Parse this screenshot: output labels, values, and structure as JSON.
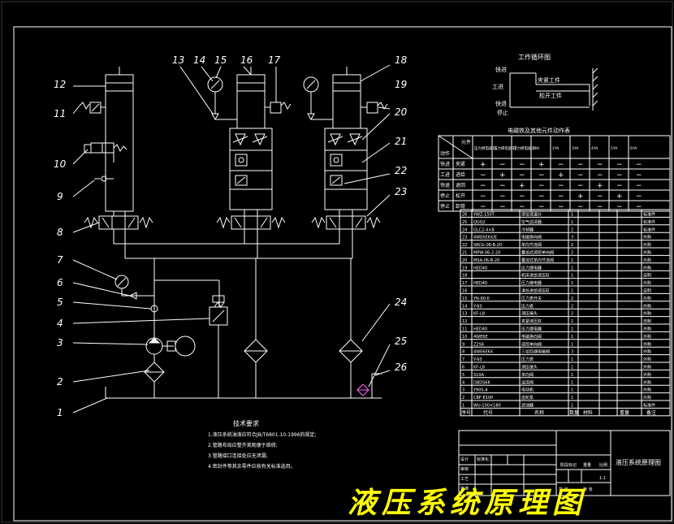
{
  "part_numbers": [
    "1",
    "2",
    "3",
    "4",
    "5",
    "6",
    "7",
    "8",
    "9",
    "10",
    "11",
    "12",
    "13",
    "14",
    "15",
    "16",
    "17",
    "18",
    "19",
    "20",
    "21",
    "22",
    "23",
    "24",
    "25",
    "26"
  ],
  "cycle_diagram": {
    "title": "工作循环图",
    "labels": [
      "快进",
      "工进",
      "快退",
      "停止",
      "夹紧工件",
      "松开工件"
    ]
  },
  "action_table": {
    "title": "电磁铁及其他元件动作表",
    "corner_top": "元件",
    "corner_bottom": "动作",
    "header": [
      "",
      "压力继电器11",
      "压力继电器17",
      "压力继电器20",
      "1YA",
      "2YA",
      "3YA",
      "4YA",
      "5YA",
      "6YA"
    ],
    "rows": [
      {
        "a": "快进",
        "b": "夹紧",
        "cells": [
          "+",
          "−",
          "−",
          "+",
          "−",
          "−",
          "−",
          "−",
          "−"
        ]
      },
      {
        "a": "工进",
        "b": "进给",
        "cells": [
          "−",
          "+",
          "−",
          "−",
          "+",
          "−",
          "−",
          "−",
          "−"
        ]
      },
      {
        "a": "快退",
        "b": "退回",
        "cells": [
          "−",
          "−",
          "+",
          "−",
          "−",
          "−",
          "+",
          "−",
          "−"
        ]
      },
      {
        "a": "停止",
        "b": "松开",
        "cells": [
          "−",
          "−",
          "−",
          "−",
          "−",
          "+",
          "−",
          "+",
          "−"
        ]
      },
      {
        "a": "停止",
        "b": "卸荷",
        "cells": [
          "−",
          "−",
          "−",
          "−",
          "−",
          "−",
          "−",
          "−",
          "−"
        ]
      }
    ]
  },
  "parts_list": {
    "header": [
      "序号",
      "代号",
      "名称",
      "数量",
      "材料",
      "重量",
      "备注"
    ],
    "rows": [
      {
        "no": "26",
        "code": "YWZ-150T",
        "name": "液位液温计",
        "qty": "1",
        "rem": "标准件"
      },
      {
        "no": "25",
        "code": "QUQ2",
        "name": "空气滤清器",
        "qty": "1",
        "rem": "标准件"
      },
      {
        "no": "24",
        "code": "GLC2-4×8",
        "name": "冷却器",
        "qty": "2",
        "rem": "标准件"
      },
      {
        "no": "23",
        "code": "4WE6E6X/E",
        "name": "电磁换向阀",
        "qty": "3",
        "rem": "外购"
      },
      {
        "no": "22",
        "code": "SRCG-06-B-20",
        "name": "单向节流阀",
        "qty": "2",
        "rem": "外购"
      },
      {
        "no": "21",
        "code": "MPW-06-2-20",
        "name": "叠加式液控单向阀",
        "qty": "2",
        "rem": "外购"
      },
      {
        "no": "20",
        "code": "MSA-06-B-20",
        "name": "叠加式单向节流阀",
        "qty": "1",
        "rem": "外购"
      },
      {
        "no": "19",
        "code": "HED40",
        "name": "压力继电器",
        "qty": "1",
        "rem": "外购"
      },
      {
        "no": "18",
        "code": "",
        "name": "机床进给液压缸",
        "qty": "1",
        "rem": "自制"
      },
      {
        "no": "17",
        "code": "HED40",
        "name": "压力继电器",
        "qty": "1",
        "rem": "外购"
      },
      {
        "no": "16",
        "code": "",
        "name": "滑台进给液压缸",
        "qty": "1",
        "rem": "自制"
      },
      {
        "no": "15",
        "code": "YN-60-II",
        "name": "压力表开关",
        "qty": "2",
        "rem": "外购"
      },
      {
        "no": "14",
        "code": "Y-60",
        "name": "压力表",
        "qty": "2",
        "rem": "外购"
      },
      {
        "no": "13",
        "code": "KF-L8",
        "name": "测压接头",
        "qty": "2",
        "rem": "外购"
      },
      {
        "no": "12",
        "code": "",
        "name": "夹紧液压缸",
        "qty": "1",
        "rem": "自制"
      },
      {
        "no": "11",
        "code": "HED40",
        "name": "压力继电器",
        "qty": "1",
        "rem": "外购"
      },
      {
        "no": "10",
        "code": "4WE6E",
        "name": "电磁换向阀",
        "qty": "1",
        "rem": "外购"
      },
      {
        "no": "9",
        "code": "Z2S6",
        "name": "液控单向阀",
        "qty": "1",
        "rem": "外购"
      },
      {
        "no": "8",
        "code": "4WE6E6X",
        "name": "三位四通电磁阀",
        "qty": "3",
        "rem": "外购"
      },
      {
        "no": "7",
        "code": "Y-60",
        "name": "压力表",
        "qty": "1",
        "rem": "外购"
      },
      {
        "no": "6",
        "code": "KF-L8",
        "name": "测压接头",
        "qty": "1",
        "rem": "外购"
      },
      {
        "no": "5",
        "code": "S10A",
        "name": "单向阀",
        "qty": "1",
        "rem": "外购"
      },
      {
        "no": "4",
        "code": "DBDS6K",
        "name": "溢流阀",
        "qty": "1",
        "rem": "外购"
      },
      {
        "no": "3",
        "code": "Y90S-4",
        "name": "电动机",
        "qty": "1",
        "rem": "外购"
      },
      {
        "no": "2",
        "code": "CBF-E10P",
        "name": "齿轮泵",
        "qty": "1",
        "rem": "外购"
      },
      {
        "no": "1",
        "code": "WU-100×180",
        "name": "滤油器",
        "qty": "1",
        "rem": "标准件"
      }
    ]
  },
  "tech_requirements": {
    "title": "技术要求",
    "items": [
      "1.液压系统油液应符合JB/T6801.10-1996的规定;",
      "2.管路布局应整齐美观便于维修;",
      "3.管路接口连接处应无泄漏;",
      "4.密封件等其余零件应按有关标准选用。"
    ]
  },
  "title_block": {
    "drawing_title": "液压系统原理图",
    "labels": [
      "设计",
      "标准化",
      "审核",
      "工艺",
      "批准",
      "阶段标记",
      "重量",
      "比例",
      "共 张",
      "第 张"
    ],
    "scale_label": "1:1"
  },
  "banner_title": "液压系统原理图"
}
